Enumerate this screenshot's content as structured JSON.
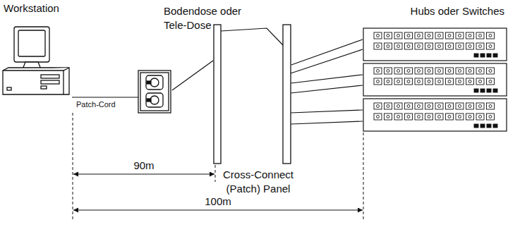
{
  "diagram": {
    "nodes": [
      {
        "text": [
          "Workstation"
        ]
      },
      {
        "text": [
          "Bodendose oder Tele-Dose"
        ]
      },
      {
        "text": [
          "Cross-Connect (Patch) Panel"
        ]
      },
      {
        "text": [
          "Hubs oder Switches"
        ]
      }
    ],
    "edges": [
      {
        "from": 0,
        "to": 1,
        "arrow": "none",
        "label": "Patch-Cord"
      },
      {
        "from": 1,
        "to": 2,
        "arrow": "none"
      },
      {
        "from": 2,
        "to": 3,
        "arrow": "none"
      }
    ],
    "labels": [
      "90m",
      "100m"
    ]
  }
}
